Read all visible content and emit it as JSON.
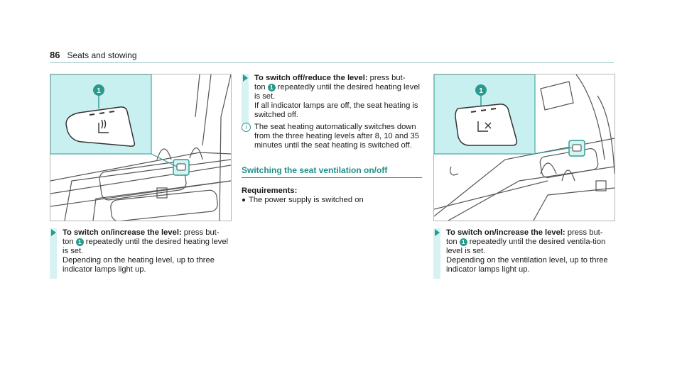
{
  "header": {
    "page_number": "86",
    "section": "Seats and stowing"
  },
  "figures": {
    "left": {
      "callout": "1",
      "icon": "seat-heating-icon"
    },
    "right": {
      "callout": "1",
      "icon": "seat-ventilation-icon"
    }
  },
  "col1": {
    "step_title": "To switch on/increase the level:",
    "step_text_a": "press but-",
    "step_text_b": "ton",
    "callout": "1",
    "step_text_c": "repeatedly until the desired heating level is set.",
    "step_text_d": "Depending on the heating level, up to three indicator lamps light up."
  },
  "col2": {
    "step_title": "To switch off/reduce the level:",
    "step_text_a": "press but-",
    "step_text_b": "ton",
    "callout": "1",
    "step_text_c": "repeatedly until the desired heating level is set.",
    "step_text_d": "If all indicator lamps are off, the seat heating is switched off.",
    "note_icon": "i",
    "note_text": "The seat heating automatically switches down from the three heating levels after 8, 10 and 35 minutes until the seat heating is switched off.",
    "section_title": "Switching the seat ventilation on/off",
    "req_title": "Requirements:",
    "req_item": "The power supply is switched on"
  },
  "col3": {
    "step_title": "To switch on/increase the level:",
    "step_text_a": "press but-",
    "step_text_b": "ton",
    "callout": "1",
    "step_text_c": "repeatedly until the desired ventila-tion level is set.",
    "step_text_d": "Depending on the ventilation level, up to three indicator lamps light up."
  }
}
